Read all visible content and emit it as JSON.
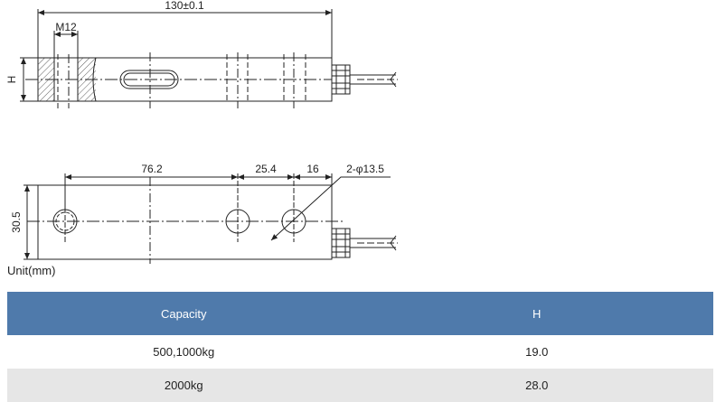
{
  "drawing": {
    "overall_length": "130±0.1",
    "thread": "M12",
    "height_symbol": "H",
    "width": "30.5",
    "hole_spacing_1": "76.2",
    "hole_spacing_2": "25.4",
    "edge_distance": "16",
    "hole_callout": "2-φ13.5"
  },
  "unit_label": "Unit(mm)",
  "table": {
    "headers": [
      "Capacity",
      "H"
    ],
    "rows": [
      [
        "500,1000kg",
        "19.0"
      ],
      [
        "2000kg",
        "28.0"
      ]
    ]
  }
}
